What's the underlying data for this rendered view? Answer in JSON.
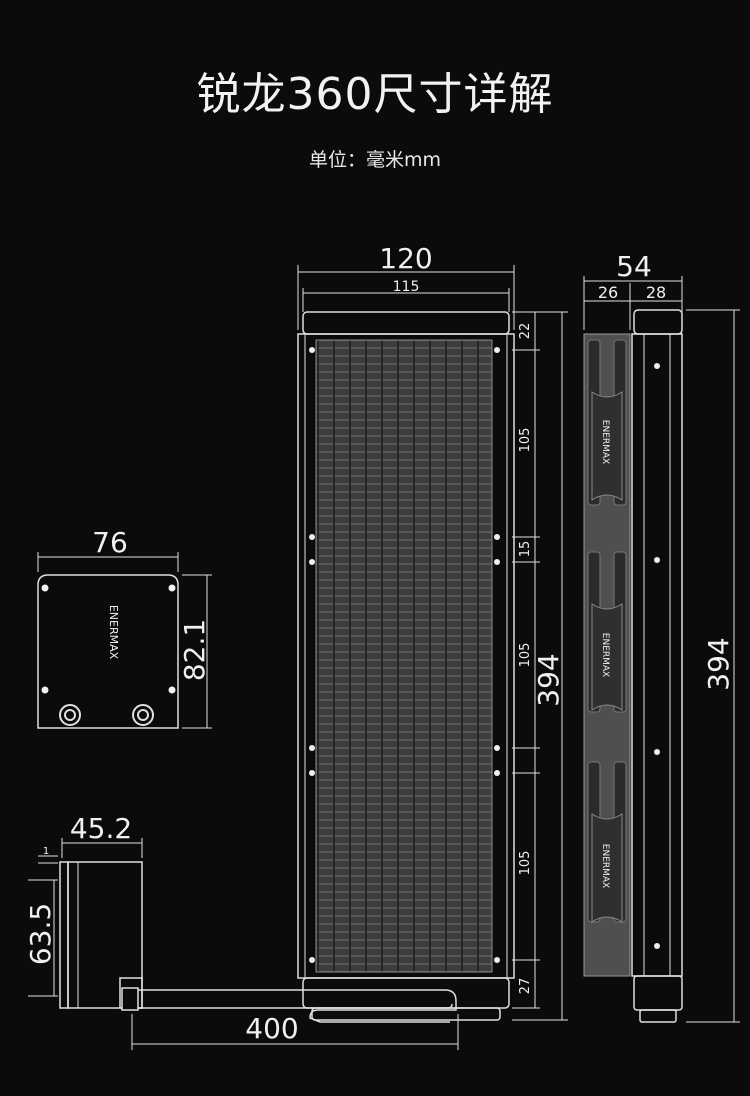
{
  "title": "锐龙360尺寸详解",
  "subtitle": "单位：毫米mm",
  "brand": "ENERMAX",
  "dimensions": {
    "rad_width": "120",
    "rad_inner_width": "115",
    "rad_seg_top": "22",
    "rad_seg_1": "105",
    "rad_gap_1": "15",
    "rad_seg_2": "105",
    "rad_total_height": "394",
    "rad_seg_3": "105",
    "rad_seg_bottom": "27",
    "side_total_width": "54",
    "side_fan_width": "26",
    "side_rad_width": "28",
    "side_total_height": "394",
    "pump_width": "76",
    "pump_height": "82.1",
    "pump_side_width": "45.2",
    "pump_side_top": "1",
    "pump_side_height": "63.5",
    "tube_length": "400"
  },
  "colors": {
    "background": "#0b0b0b",
    "line": "#e6e6e6",
    "fin": "#4a4a4a",
    "fan_frame": "#555555"
  }
}
